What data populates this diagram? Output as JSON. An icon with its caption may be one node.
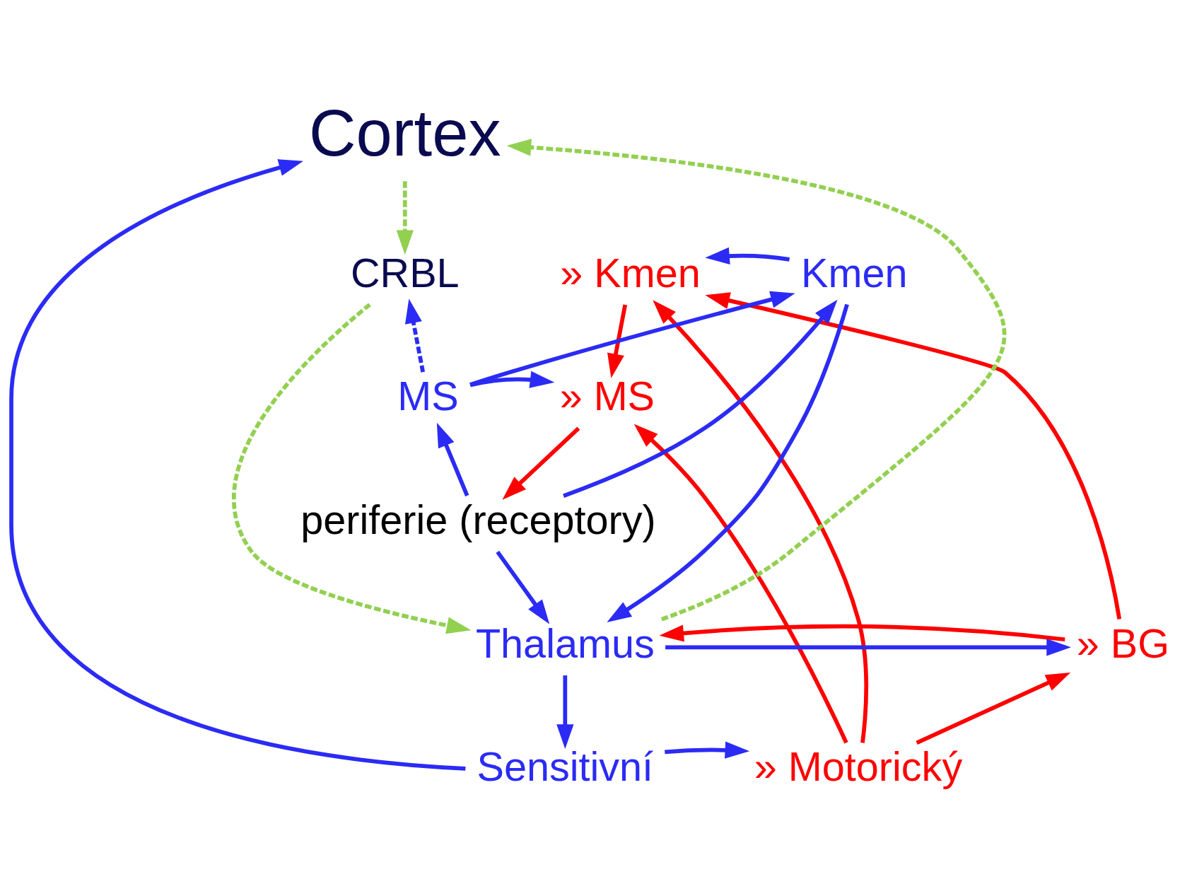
{
  "diagram": {
    "nodes": [
      {
        "text": [
          "Cortex"
        ]
      },
      {
        "text": [
          "» Motorický"
        ]
      },
      {
        "text": [
          "Sensitivní"
        ]
      },
      {
        "text": [
          "» BG"
        ]
      },
      {
        "text": [
          "Thalamus"
        ]
      },
      {
        "text": [
          "» Kmen"
        ]
      },
      {
        "text": [
          "Kmen"
        ]
      },
      {
        "text": [
          "CRBL"
        ]
      },
      {
        "text": [
          "» MS"
        ]
      },
      {
        "text": [
          "MS"
        ]
      },
      {
        "text": [
          "periferie (receptory)"
        ]
      }
    ],
    "edges": [
      {
        "from": 0,
        "to": 7,
        "arrow": "to",
        "style": "dashed",
        "color": "#92d050"
      },
      {
        "from": 2,
        "to": 0,
        "arrow": "to"
      },
      {
        "from": 4,
        "to": 0,
        "arrow": "to",
        "style": "dashed",
        "color": "#92d050"
      },
      {
        "from": 2,
        "to": 1,
        "arrow": "to"
      },
      {
        "from": 1,
        "to": 3,
        "arrow": "to",
        "color": "#ff0000"
      },
      {
        "from": 1,
        "to": 5,
        "arrow": "to",
        "color": "#ff0000"
      },
      {
        "from": 1,
        "to": 8,
        "arrow": "to",
        "color": "#ff0000"
      },
      {
        "from": 4,
        "to": 2,
        "arrow": "to"
      },
      {
        "from": 4,
        "to": 3,
        "arrow": "to"
      },
      {
        "from": 3,
        "to": 4,
        "arrow": "to",
        "color": "#ff0000"
      },
      {
        "from": 3,
        "to": 5,
        "arrow": "to",
        "color": "#ff0000"
      },
      {
        "from": 6,
        "to": 4,
        "arrow": "to"
      },
      {
        "from": 7,
        "to": 4,
        "arrow": "to",
        "style": "dashed",
        "color": "#92d050"
      },
      {
        "from": 6,
        "to": 5,
        "arrow": "to"
      },
      {
        "from": 5,
        "to": 8,
        "arrow": "to",
        "color": "#ff0000"
      },
      {
        "from": 9,
        "to": 6,
        "arrow": "to"
      },
      {
        "from": 9,
        "to": 7,
        "arrow": "to",
        "style": "dashed"
      },
      {
        "from": 9,
        "to": 8,
        "arrow": "to"
      },
      {
        "from": 8,
        "to": 10,
        "arrow": "to",
        "color": "#ff0000"
      },
      {
        "from": 10,
        "to": 4,
        "arrow": "to"
      },
      {
        "from": 10,
        "to": 6,
        "arrow": "to"
      },
      {
        "from": 10,
        "to": 9,
        "arrow": "to"
      }
    ]
  }
}
